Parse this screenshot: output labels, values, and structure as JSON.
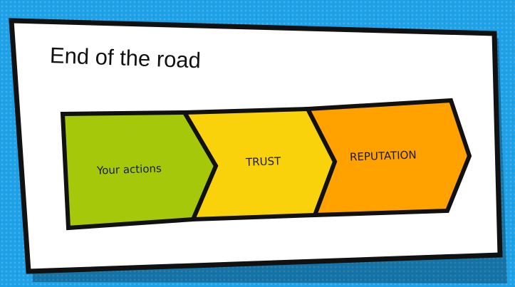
{
  "slide": {
    "title": "End of the road"
  },
  "diagram": {
    "steps": [
      {
        "label": "Your actions",
        "color": "#a6c80a"
      },
      {
        "label": "TRUST",
        "color": "#f9d20b"
      },
      {
        "label": "REPUTATION",
        "color": "#ffa200"
      }
    ]
  },
  "colors": {
    "background": "#1da0e6",
    "card": "#ffffff",
    "outline": "#111111"
  }
}
